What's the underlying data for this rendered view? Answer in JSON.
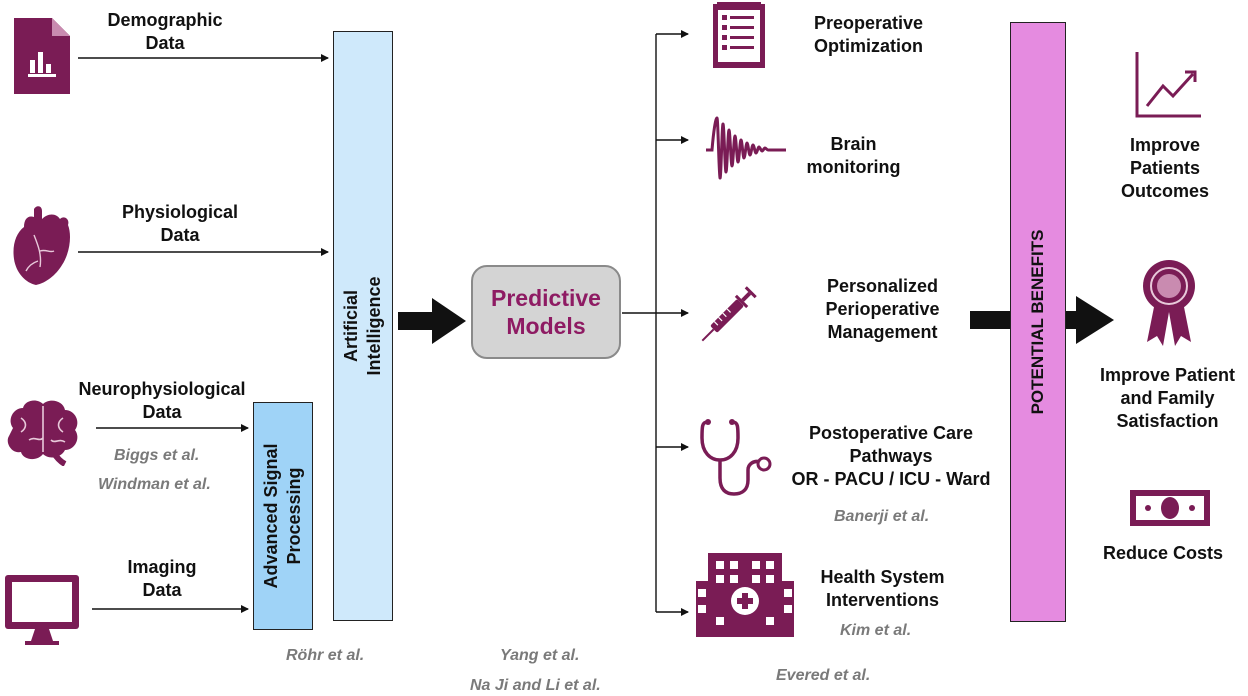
{
  "colors": {
    "icon": "#7a1c55",
    "ai_bar": "#cfe9fb",
    "signal_bar": "#9fd3f7",
    "benefits_bar": "#e58be0",
    "predictive_box": "#d4d4d4",
    "predictive_text": "#8e1b63",
    "citation": "#7a7a7a"
  },
  "inputs": {
    "demographic": "Demographic\nData",
    "physiological": "Physiological\nData",
    "neurophysiological": "Neurophysiological\nData",
    "imaging": "Imaging\nData"
  },
  "bars": {
    "ai": "Artificial\nIntelligence",
    "signal": "Advanced Signal\nProcessing",
    "benefits": "POTENTIAL BENEFITS"
  },
  "predictive": "Predictive\nModels",
  "applications": {
    "preop": "Preoperative\nOptimization",
    "brain": "Brain\nmonitoring",
    "personalized": "Personalized\nPerioperative\nManagement",
    "postop": "Postoperative Care\nPathways\nOR - PACU / ICU - Ward",
    "health": "Health System\nInterventions"
  },
  "benefits": {
    "outcomes": "Improve\nPatients\nOutcomes",
    "satisfaction": "Improve Patient\nand Family\nSatisfaction",
    "costs": "Reduce Costs"
  },
  "citations": {
    "biggs": "Biggs et al.",
    "windman": "Windman et al.",
    "rohr": "Röhr et al.",
    "yang": "Yang et al.",
    "naji": "Na Ji and Li et al.",
    "banerji": "Banerji et al.",
    "kim": "Kim et al.",
    "evered": "Evered et al."
  },
  "icons": [
    "document-chart-icon",
    "heart-icon",
    "brain-icon",
    "monitor-icon",
    "checklist-icon",
    "brain-wave-icon",
    "syringe-icon",
    "stethoscope-icon",
    "hospital-icon",
    "trend-chart-icon",
    "award-ribbon-icon",
    "money-icon"
  ]
}
